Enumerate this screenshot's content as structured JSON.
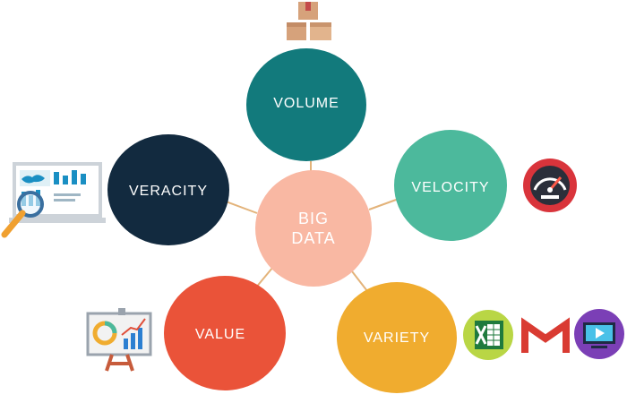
{
  "center": {
    "line1": "BIG",
    "line2": "DATA",
    "color": "#f9b8a3"
  },
  "nodes": [
    {
      "id": "volume",
      "label": "VOLUME",
      "color": "#127a7c"
    },
    {
      "id": "velocity",
      "label": "VELOCITY",
      "color": "#4cb99c"
    },
    {
      "id": "variety",
      "label": "VARIETY",
      "color": "#f0ac2f"
    },
    {
      "id": "value",
      "label": "VALUE",
      "color": "#ea5339"
    },
    {
      "id": "veracity",
      "label": "VERACITY",
      "color": "#122a3f"
    }
  ],
  "connector_color": "#e3b37a",
  "icons": {
    "volume": "boxes-icon",
    "velocity": "speedometer-icon",
    "variety": [
      "excel-icon",
      "gmail-icon",
      "video-player-icon"
    ],
    "value": "presentation-board-icon",
    "veracity": "laptop-analytics-icon"
  }
}
